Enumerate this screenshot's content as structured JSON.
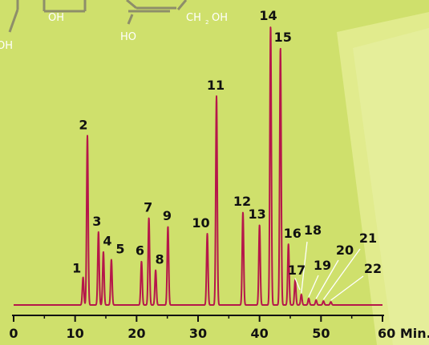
{
  "colors": {
    "background": "#cfe06c",
    "panel": "#e4ec93",
    "trace": "#b5174a",
    "axis": "#111111",
    "structure": "#8e8e6a"
  },
  "structure": {
    "labels": [
      "OH",
      "HO",
      "CH",
      "2",
      "OH",
      "OH"
    ]
  },
  "chart_data": {
    "type": "line",
    "title": "",
    "xlabel": "",
    "ylabel": "",
    "xlim": [
      0,
      60
    ],
    "ylim": [
      0,
      100
    ],
    "x_unit_label": "Min.",
    "x_ticks": [
      0,
      10,
      20,
      30,
      40,
      50,
      60
    ],
    "x_tick_labels": [
      "0",
      "10",
      "20",
      "30",
      "40",
      "50",
      "60 Min."
    ],
    "grid": false,
    "legend": "none",
    "peaks": [
      {
        "label": "1",
        "x": 11.3,
        "height": 9.8
      },
      {
        "label": "2",
        "x": 12.0,
        "height": 59.9
      },
      {
        "label": "3",
        "x": 13.8,
        "height": 25.8
      },
      {
        "label": "4",
        "x": 14.6,
        "height": 18.8
      },
      {
        "label": "5",
        "x": 15.9,
        "height": 16.0
      },
      {
        "label": "6",
        "x": 20.8,
        "height": 15.4
      },
      {
        "label": "7",
        "x": 22.0,
        "height": 30.8
      },
      {
        "label": "8",
        "x": 23.1,
        "height": 12.3
      },
      {
        "label": "9",
        "x": 25.1,
        "height": 27.7
      },
      {
        "label": "10",
        "x": 31.5,
        "height": 25.2
      },
      {
        "label": "11",
        "x": 33.0,
        "height": 73.9
      },
      {
        "label": "12",
        "x": 37.3,
        "height": 32.8
      },
      {
        "label": "13",
        "x": 40.0,
        "height": 28.3
      },
      {
        "label": "14",
        "x": 41.8,
        "height": 98.6
      },
      {
        "label": "15",
        "x": 43.4,
        "height": 91.0
      },
      {
        "label": "16",
        "x": 44.7,
        "height": 21.5
      },
      {
        "label": "17",
        "x": 45.8,
        "height": 8.9
      },
      {
        "label": "18",
        "x": 46.8,
        "height": 3.7
      },
      {
        "label": "19",
        "x": 48.0,
        "height": 2.3
      },
      {
        "label": "20",
        "x": 49.2,
        "height": 1.7
      },
      {
        "label": "21",
        "x": 50.4,
        "height": 1.4
      },
      {
        "label": "22",
        "x": 51.6,
        "height": 1.1
      }
    ]
  }
}
